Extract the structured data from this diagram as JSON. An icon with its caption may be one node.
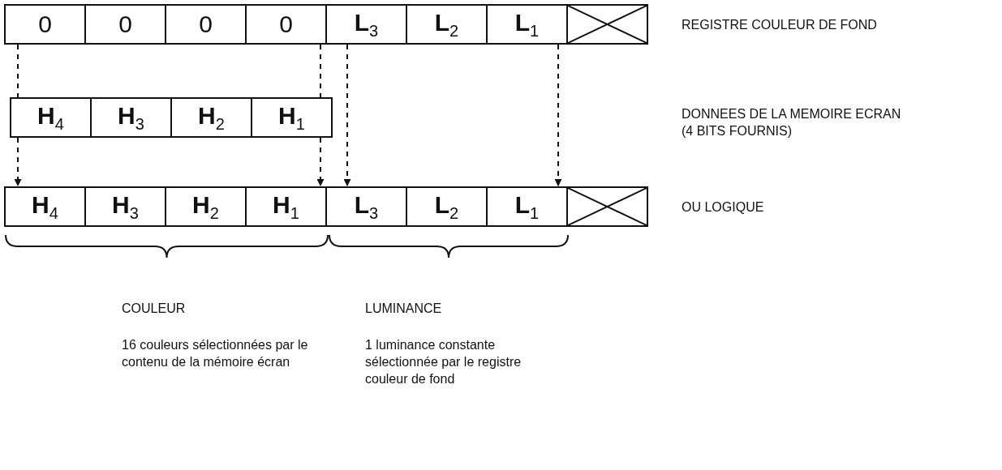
{
  "diagram": {
    "nodes": [
      {
        "text": [
          "0"
        ]
      },
      {
        "text": [
          "0"
        ]
      },
      {
        "text": [
          "0"
        ]
      },
      {
        "text": [
          "0"
        ]
      },
      {
        "text": [
          "**L**$_{3}$"
        ]
      },
      {
        "text": [
          "**L**$_{2}$"
        ]
      },
      {
        "text": [
          "**L**$_{1}$"
        ]
      },
      {
        "text": [],
        "shape": "box"
      },
      {
        "text": [
          "**H**$_{4}$"
        ]
      },
      {
        "text": [
          "**H**$_{3}$"
        ]
      },
      {
        "text": [
          "**H**$_{2}$"
        ]
      },
      {
        "text": [
          "**H**$_{1}$"
        ]
      },
      {
        "text": [
          "**H**$_{4}$"
        ]
      },
      {
        "text": [
          "**H**$_{3}$"
        ]
      },
      {
        "text": [
          "**H**$_{2}$"
        ]
      },
      {
        "text": [
          "**H**$_{1}$"
        ]
      },
      {
        "text": [
          "**L**$_{3}$"
        ]
      },
      {
        "text": [
          "**L**$_{2}$"
        ]
      },
      {
        "text": [
          "**L**$_{1}$"
        ]
      },
      {
        "text": [],
        "shape": "box"
      }
    ],
    "edges": [
      {
        "from": 0,
        "to": 8,
        "arrow": "none",
        "style": "dashed"
      },
      {
        "from": 3,
        "to": 11,
        "arrow": "none",
        "style": "dashed"
      },
      {
        "from": 8,
        "to": 12,
        "arrow": "to",
        "style": "dashed"
      },
      {
        "from": 11,
        "to": 15,
        "arrow": "to",
        "style": "dashed"
      },
      {
        "from": 4,
        "to": 16,
        "arrow": "to",
        "style": "dashed"
      },
      {
        "from": 6,
        "to": 18,
        "arrow": "to",
        "style": "dashed"
      }
    ],
    "labels": [
      "REGISTRE COULEUR DE FOND",
      "DONNEES DE LA MEMOIRE ECRAN",
      "(4 BITS FOURNIS)",
      "OU LOGIQUE",
      "COULEUR",
      "LUMINANCE",
      "16 couleurs sélectionnées par le contenu de la mémoire écran",
      "1 luminance constante sélectionnée par le registre couleur de fond"
    ]
  }
}
